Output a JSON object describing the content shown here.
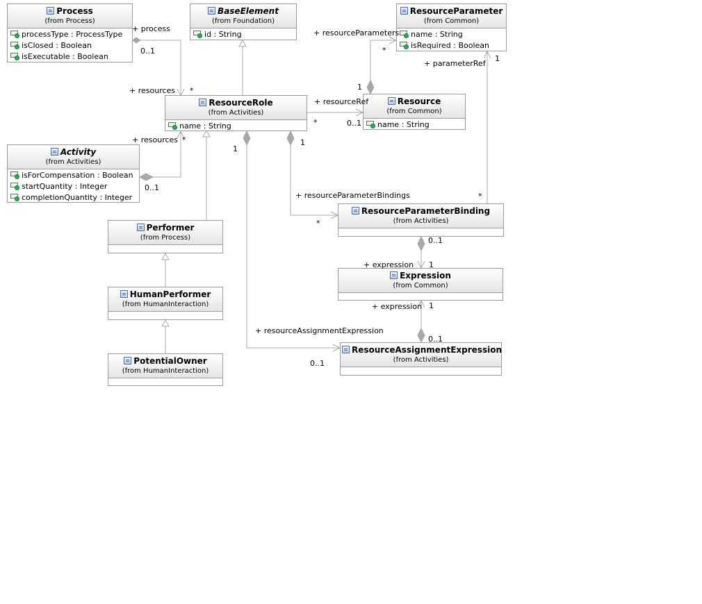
{
  "classes": {
    "process": {
      "name": "Process",
      "from": "(from Process)",
      "attributes": [
        "processType : ProcessType",
        "isClosed : Boolean",
        "isExecutable : Boolean"
      ]
    },
    "base_element": {
      "name": "BaseElement",
      "from": "(from Foundation)",
      "attributes": [
        "id : String"
      ]
    },
    "resource_parameter": {
      "name": "ResourceParameter",
      "from": "(from Common)",
      "attributes": [
        "name : String",
        "isRequired : Boolean"
      ]
    },
    "resource_role": {
      "name": "ResourceRole",
      "from": "(from Activities)",
      "attributes": [
        "name : String"
      ]
    },
    "resource": {
      "name": "Resource",
      "from": "(from Common)",
      "attributes": [
        "name : String"
      ]
    },
    "activity": {
      "name": "Activity",
      "from": "(from Activities)",
      "attributes": [
        "isForCompensation : Boolean",
        "startQuantity : Integer",
        "completionQuantity : Integer"
      ]
    },
    "performer": {
      "name": "Performer",
      "from": "(from Process)",
      "attributes": []
    },
    "human_performer": {
      "name": "HumanPerformer",
      "from": "(from HumanInteraction)",
      "attributes": []
    },
    "potential_owner": {
      "name": "PotentialOwner",
      "from": "(from HumanInteraction)",
      "attributes": []
    },
    "resource_parameter_binding": {
      "name": "ResourceParameterBinding",
      "from": "(from Activities)",
      "attributes": []
    },
    "expression": {
      "name": "Expression",
      "from": "(from Common)",
      "attributes": []
    },
    "resource_assignment_expression": {
      "name": "ResourceAssignmentExpression",
      "from": "(from Activities)",
      "attributes": []
    }
  },
  "labels": {
    "process_role": "+ process",
    "process_mult": "0..1",
    "resources_role_1": "+ resources",
    "resources_mult_1": "*",
    "resources_role_2": "+ resources",
    "resources_mult_2": "*",
    "activity_mult": "0..1",
    "resource_parameters_role": "+ resourceParameters",
    "resource_parameters_mult": "*",
    "resource_comp_mult": "1",
    "resource_ref_role": "+ resourceRef",
    "resource_ref_src_mult": "*",
    "resource_ref_mult": "0..1",
    "parameter_ref_role": "+ parameterRef",
    "parameter_ref_mult": "1",
    "binding_param_mult": "*",
    "role_comp_mult_a": "1",
    "role_comp_mult_b": "1",
    "bindings_role": "+ resourceParameterBindings",
    "bindings_mult": "*",
    "binding_expr_comp_mult": "0..1",
    "expression_role_1": "+ expression",
    "expression_mult_1": "1",
    "expression_role_2": "+ expression",
    "expression_mult_2": "1",
    "rae_comp_mult": "0..1",
    "rae_role": "+ resourceAssignmentExpression",
    "rae_mult": "0..1"
  }
}
